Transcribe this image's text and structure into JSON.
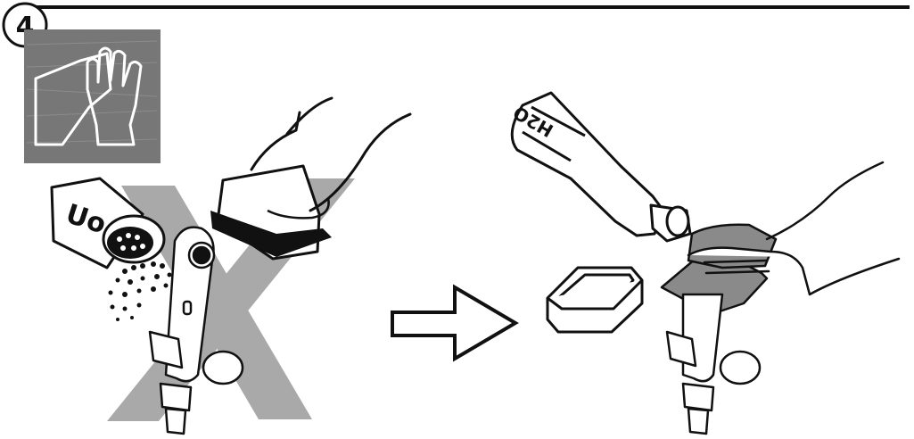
{
  "step": {
    "number": "4"
  },
  "forbidden_panel": {
    "partial_label": "Uo"
  },
  "allowed_panel": {
    "bottle_label": "H2O"
  },
  "colors": {
    "ink": "#111111",
    "glove_panel": "#777777",
    "cross": "#a9a9a9",
    "cloth": "#8a8a8a"
  },
  "icons": [
    "gloves-icon",
    "spray-can-icon",
    "scrub-brush-icon",
    "cross-mark-icon",
    "arrow-right-icon",
    "water-bottle-icon",
    "sponge-icon",
    "cloth-icon"
  ]
}
